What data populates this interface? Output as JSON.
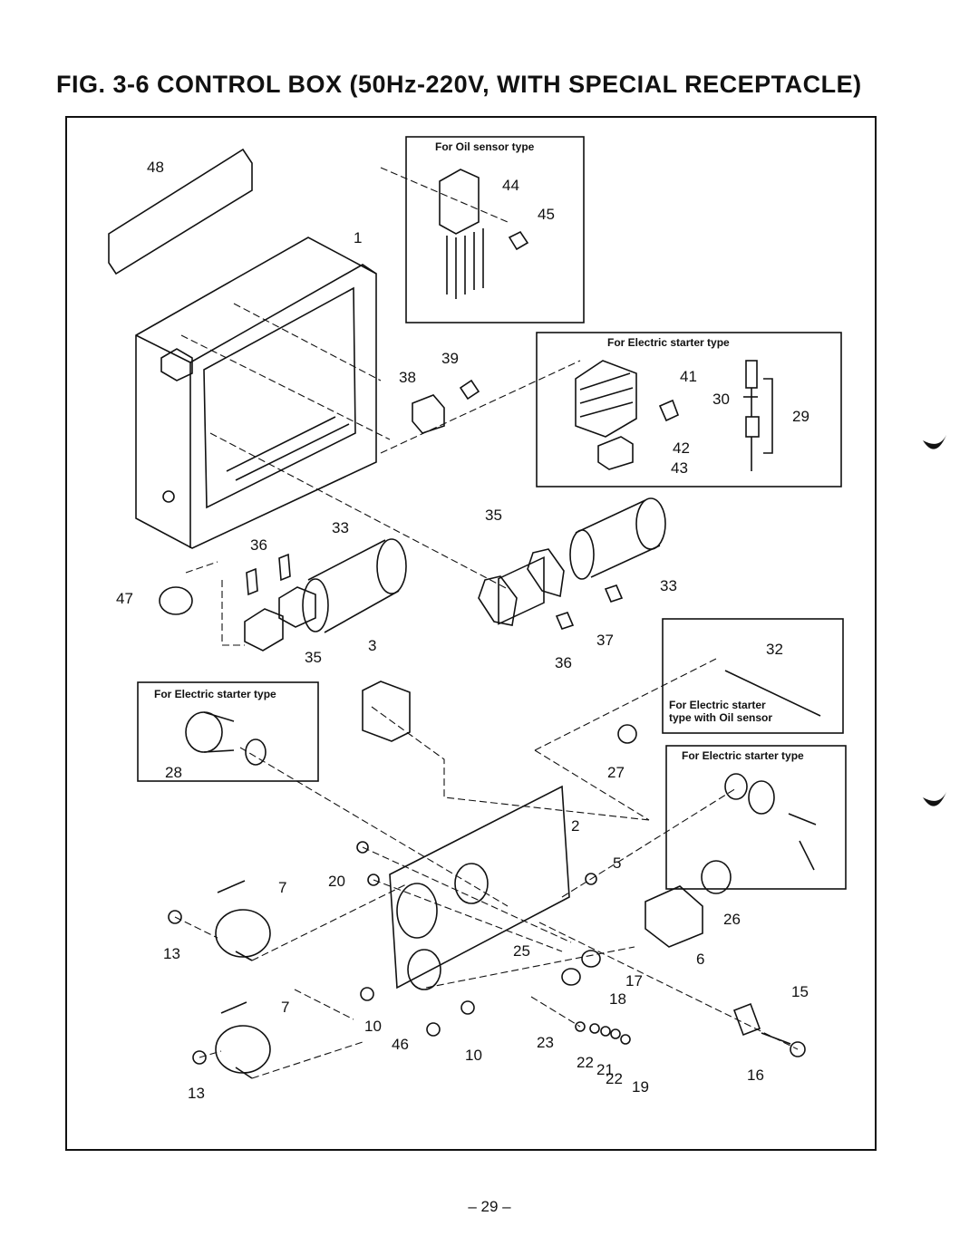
{
  "title": "FIG. 3-6 CONTROL BOX (50Hz-220V, WITH SPECIAL RECEPTACLE)",
  "page_number": "– 29 –",
  "boxes": {
    "oil_sensor": "For Oil sensor type",
    "electric_starter_top": "For Electric starter type",
    "electric_starter_left": "For Electric starter type",
    "electric_starter_oil_1": "For Electric starter",
    "electric_starter_oil_2": "type with Oil sensor",
    "electric_starter_right": "For Electric starter type"
  },
  "labels": {
    "p1": "1",
    "p2": "2",
    "p3": "3",
    "p5": "5",
    "p6": "6",
    "p7a": "7",
    "p7b": "7",
    "p10a": "10",
    "p10b": "10",
    "p13a": "13",
    "p13b": "13",
    "p15": "15",
    "p16": "16",
    "p17": "17",
    "p18": "18",
    "p19": "19",
    "p20": "20",
    "p21": "21",
    "p22a": "22",
    "p22b": "22",
    "p23": "23",
    "p25": "25",
    "p26": "26",
    "p27": "27",
    "p28": "28",
    "p29": "29",
    "p30": "30",
    "p32": "32",
    "p33a": "33",
    "p33b": "33",
    "p35a": "35",
    "p35b": "35",
    "p36a": "36",
    "p36b": "36",
    "p37": "37",
    "p38": "38",
    "p39": "39",
    "p41": "41",
    "p42": "42",
    "p43": "43",
    "p44": "44",
    "p45": "45",
    "p46": "46",
    "p47": "47",
    "p48": "48"
  },
  "colors": {
    "ink": "#111111",
    "paper": "#ffffff"
  }
}
